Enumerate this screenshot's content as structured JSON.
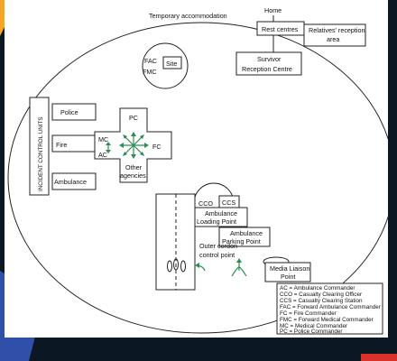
{
  "temporary_accommodation": "Temporary accommodation",
  "home": "Home",
  "rest_centres": "Rest centres",
  "relatives_reception_area": [
    "Relatives' reception",
    "area"
  ],
  "survivor_reception_centre": [
    "Survivor",
    "Reception Centre"
  ],
  "fac": "FAC",
  "fmc": "FMC",
  "site": "Site",
  "incident_control_units": "INCIDENT CONTROL UNITS",
  "units": [
    "Police",
    "Fire",
    "Ambulance"
  ],
  "pc": "PC",
  "fc": "FC",
  "mc": "MC",
  "ac": "AC",
  "other_agencies": [
    "Other",
    "agencies"
  ],
  "cco": "CCO",
  "ccs": "CCS",
  "ambulance_loading_point": [
    "Ambulance",
    "Loading Point"
  ],
  "ambulance_parking_point": [
    "Ambulance",
    "Parking Point"
  ],
  "outer_cordon_control_point": [
    "Outer cordon",
    "control point"
  ],
  "media_liaison_point": [
    "Media Liaison",
    "Point"
  ],
  "legend": [
    "AC = Ambulance Commander",
    "CCO = Casualty Clearing Officer",
    "CCS = Casualty Clearing Station",
    "FAC = Forward Ambulance Commander",
    "FC = Fire Commander",
    "FMC = Forward Medical Commander",
    "MC = Medical Commander",
    "PC = Police Commander"
  ],
  "colors": {
    "frame_background": "#0c1724",
    "accent_orange": "#f5a623",
    "accent_blue": "#2f4fa8",
    "accent_red": "#d8322b",
    "arrow_green": "#2e8b57"
  }
}
